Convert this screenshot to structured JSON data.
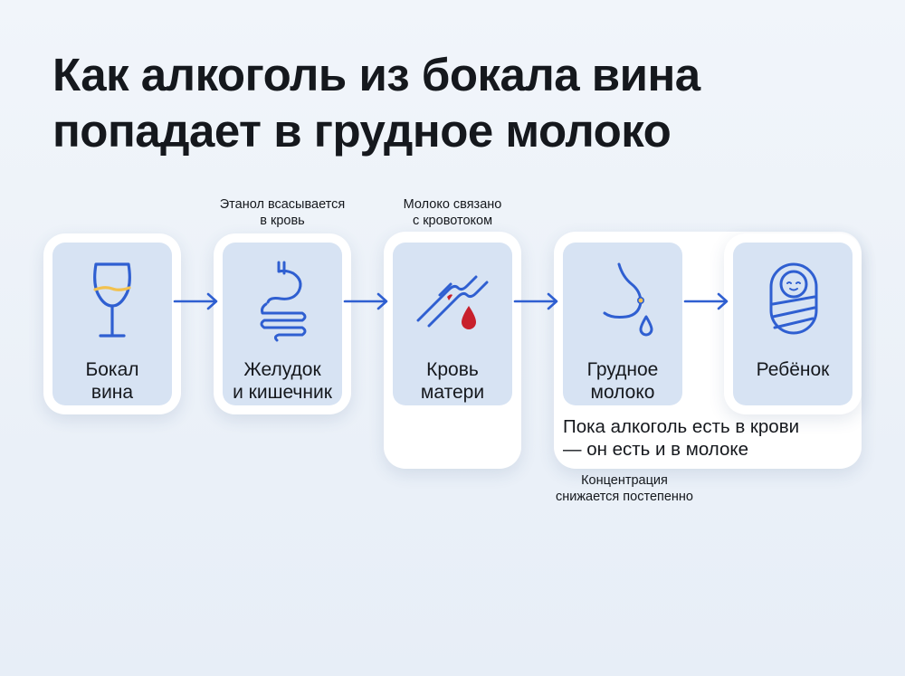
{
  "title": {
    "line1": "Как алкоголь из бокала вина",
    "line2": "попадает в грудное молоко"
  },
  "steps": [
    {
      "line1": "Бокал",
      "line2": "вина",
      "icon": "wine-glass-icon"
    },
    {
      "line1": "Желудок",
      "line2": "и кишечник",
      "icon": "digestive-tract-icon"
    },
    {
      "line1": "Кровь",
      "line2": "матери",
      "icon": "blood-vessel-icon"
    },
    {
      "line1": "Грудное",
      "line2": "молоко",
      "icon": "breast-milk-icon"
    },
    {
      "line1": "Ребёнок",
      "line2": "",
      "icon": "baby-icon"
    }
  ],
  "notes": {
    "absorption": {
      "line1": "Этанол всасывается",
      "line2": "в кровь"
    },
    "bloodstream": {
      "line1": "Молоко связано",
      "line2": "с кровотоком"
    },
    "concentration": {
      "line1": "Концентрация",
      "line2": "снижается постепенно"
    }
  },
  "banner": {
    "line1": "Пока алкоголь есть в крови",
    "line2": "— он есть и в молоке"
  },
  "colors": {
    "accent": "#2f5fd1",
    "blood": "#c8202c",
    "wine": "#f2c14e",
    "card_inner": "#d7e3f3"
  }
}
